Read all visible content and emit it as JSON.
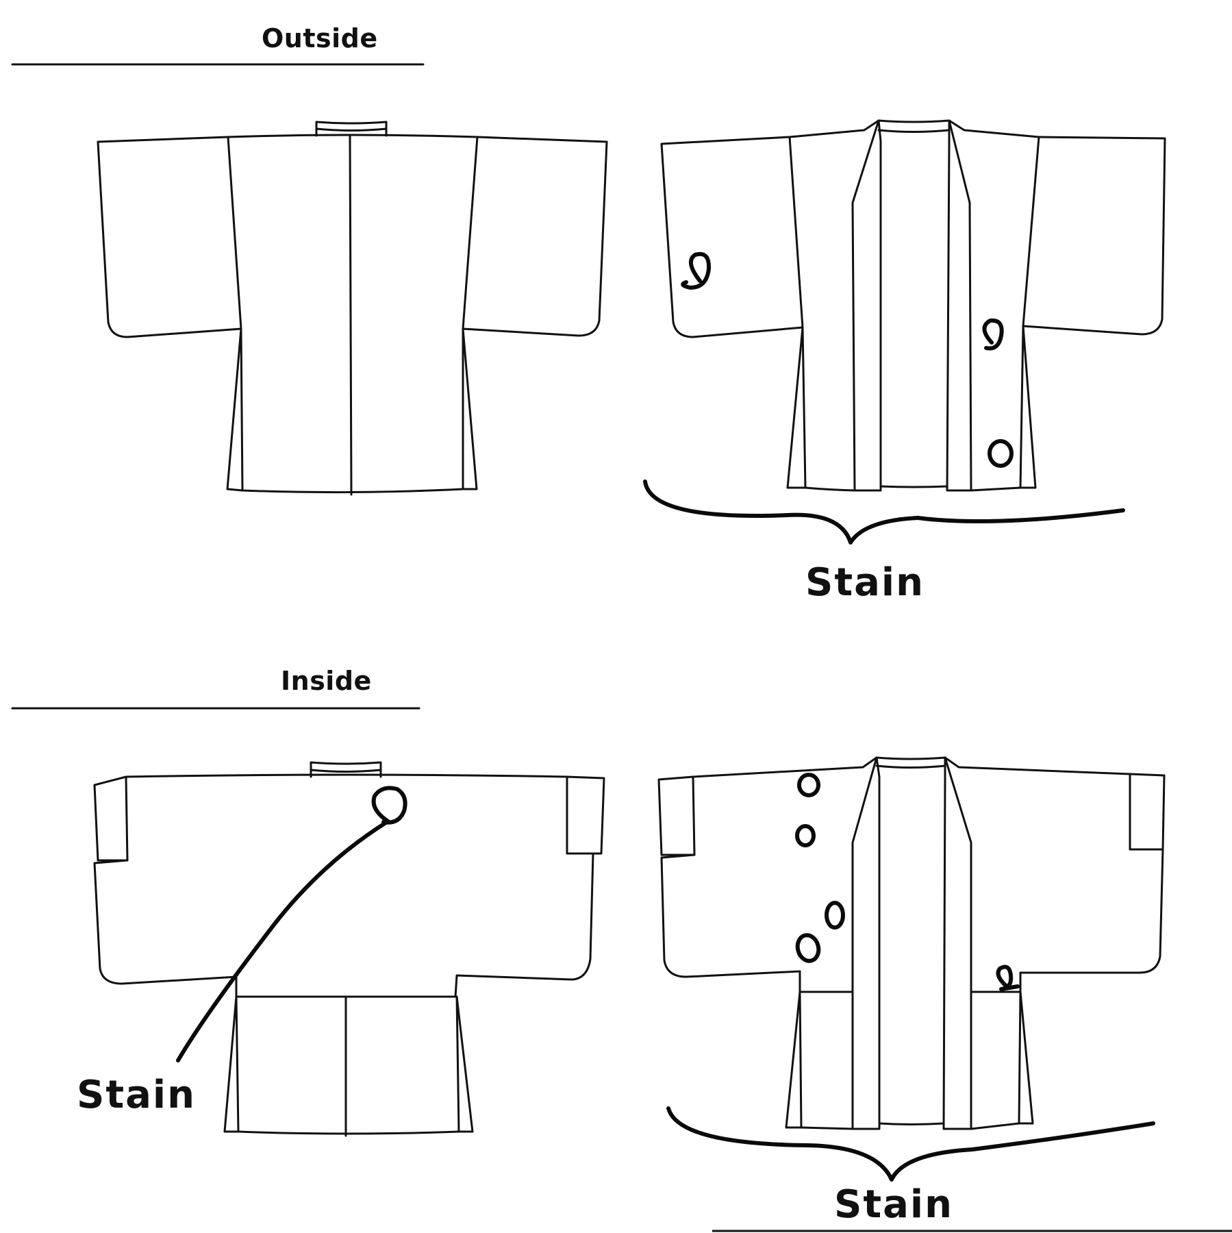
{
  "sections": {
    "outside_label": "Outside",
    "inside_label": "Inside"
  },
  "annotations": {
    "outside_front_stain": "Stain",
    "inside_back_stain": "Stain",
    "inside_front_stain": "Stain"
  }
}
